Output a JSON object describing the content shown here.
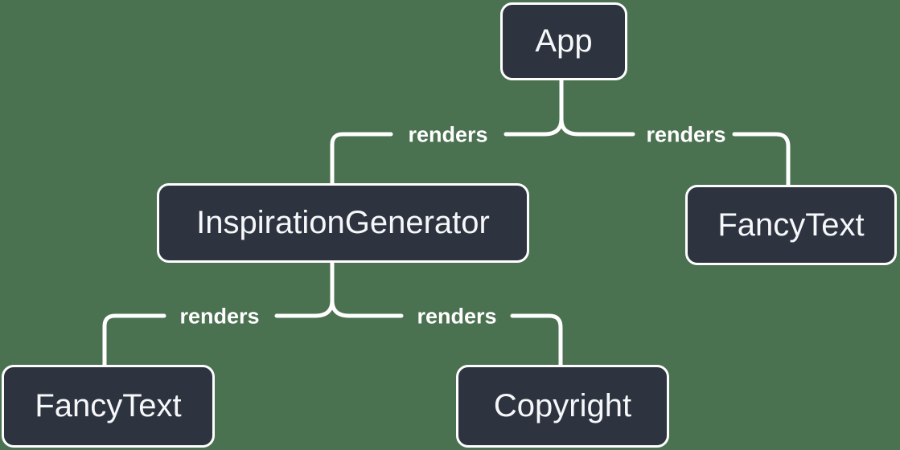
{
  "diagram": {
    "title": "react-render-tree",
    "colors": {
      "background": "#4a7150",
      "node_fill": "#2d3440",
      "node_border": "#ffffff",
      "node_text": "#f6f7f9",
      "line": "#ffffff"
    },
    "nodes": {
      "app": {
        "label": "App"
      },
      "inspiration_generator": {
        "label": "InspirationGenerator"
      },
      "fancy_text_top": {
        "label": "FancyText"
      },
      "fancy_text_bottom": {
        "label": "FancyText"
      },
      "copyright": {
        "label": "Copyright"
      }
    },
    "edges": {
      "app_to_inspiration_generator": {
        "label": "renders"
      },
      "app_to_fancy_text": {
        "label": "renders"
      },
      "inspiration_to_fancy_text": {
        "label": "renders"
      },
      "inspiration_to_copyright": {
        "label": "renders"
      }
    }
  }
}
